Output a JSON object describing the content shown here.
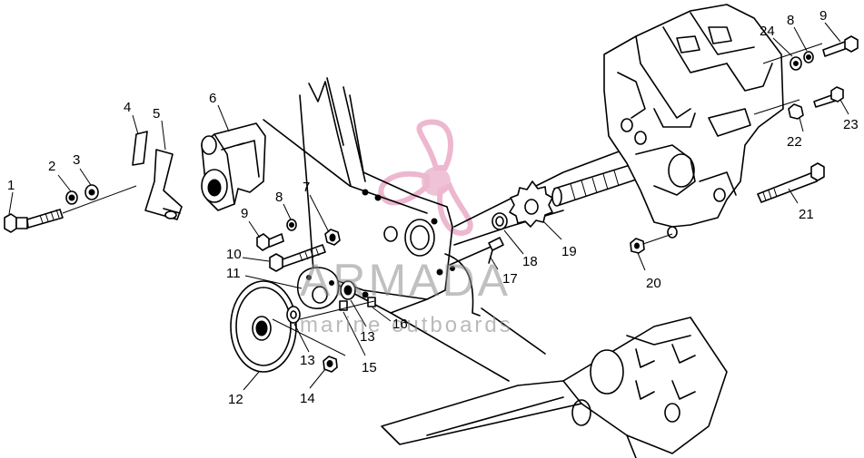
{
  "callouts": [
    "1",
    "2",
    "3",
    "4",
    "5",
    "6",
    "7",
    "8",
    "9",
    "10",
    "11",
    "12",
    "13",
    "14",
    "15",
    "16",
    "17",
    "18",
    "19",
    "20",
    "21",
    "22",
    "23",
    "24",
    "8",
    "9",
    "13"
  ],
  "watermark": {
    "brand": "ARMADA",
    "tagline": "marine outboards",
    "logo_color": "#e8a0c0"
  }
}
